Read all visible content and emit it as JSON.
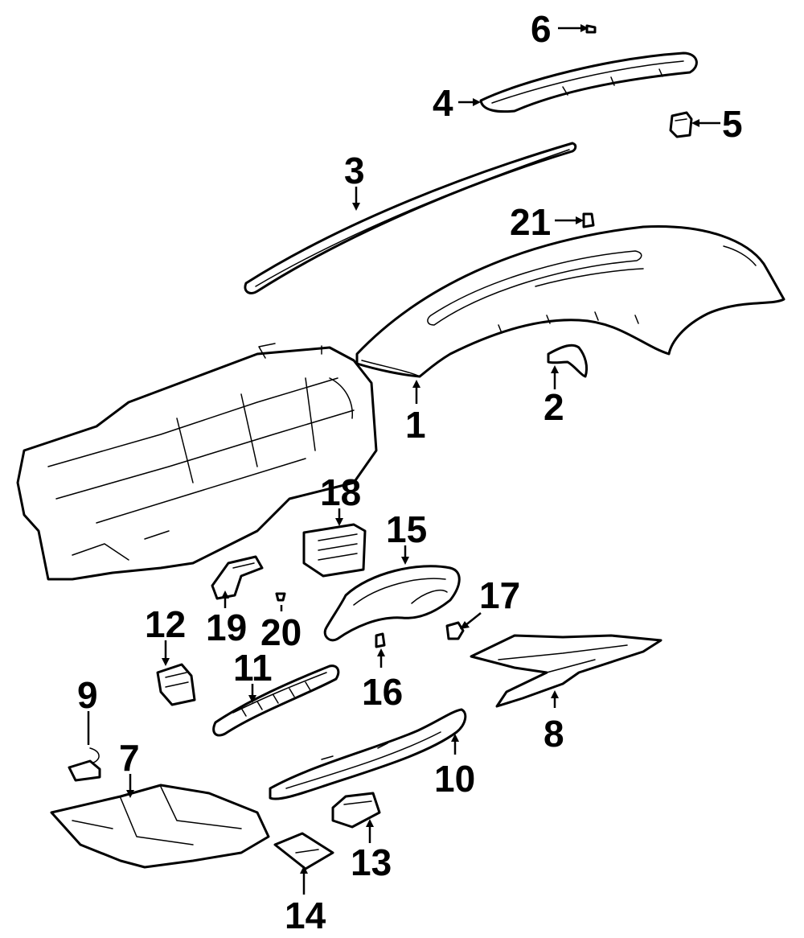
{
  "diagram": {
    "type": "exploded-parts-diagram",
    "callouts": [
      {
        "id": "1",
        "label": "1"
      },
      {
        "id": "2",
        "label": "2"
      },
      {
        "id": "3",
        "label": "3"
      },
      {
        "id": "4",
        "label": "4"
      },
      {
        "id": "5",
        "label": "5"
      },
      {
        "id": "6",
        "label": "6"
      },
      {
        "id": "7",
        "label": "7"
      },
      {
        "id": "8",
        "label": "8"
      },
      {
        "id": "9",
        "label": "9"
      },
      {
        "id": "10",
        "label": "10"
      },
      {
        "id": "11",
        "label": "11"
      },
      {
        "id": "12",
        "label": "12"
      },
      {
        "id": "13",
        "label": "13"
      },
      {
        "id": "14",
        "label": "14"
      },
      {
        "id": "15",
        "label": "15"
      },
      {
        "id": "16",
        "label": "16"
      },
      {
        "id": "17",
        "label": "17"
      },
      {
        "id": "18",
        "label": "18"
      },
      {
        "id": "19",
        "label": "19"
      },
      {
        "id": "20",
        "label": "20"
      },
      {
        "id": "21",
        "label": "21"
      }
    ]
  }
}
